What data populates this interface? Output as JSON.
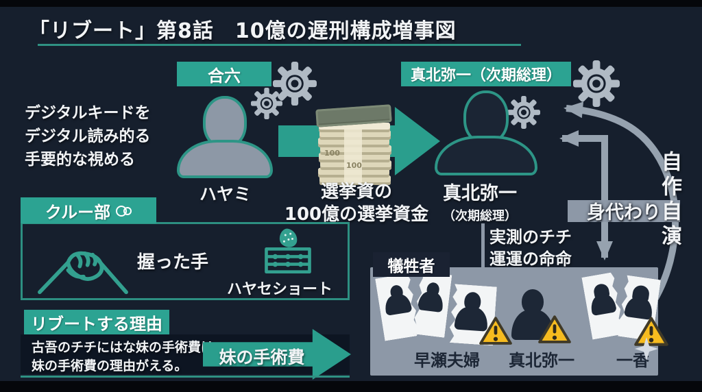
{
  "title": "「リブート」第8話　10億の遅刑構成増事図",
  "left_note": {
    "line1": "デジタルキードを",
    "line2": "デジタル読み的る",
    "line3": "手要的な視める"
  },
  "hayami": {
    "tag": "合六",
    "name": "ハヤミ"
  },
  "money": {
    "caption1": "選挙資の",
    "caption2": "100億の選挙資金",
    "bill_text": "100"
  },
  "makita": {
    "tag": "真北弥一（次期総理）",
    "name": "真北弥一",
    "subtitle": "（次期総理）"
  },
  "self_play": {
    "vertical_label": "自作自演",
    "substitute_label": "身代わり",
    "note_line1": "実測のチチ",
    "note_line2": "運運の命命"
  },
  "crew": {
    "header": "クルー部",
    "handshake_label": "握った手",
    "cake_label": "ハヤセショート"
  },
  "reboot": {
    "header": "リブートする理由",
    "body_line1": "古吾のチチにはな妹の手術費は、",
    "body_line2": "妹の手術費の理由がえる。",
    "arrow_label": "妹の手術費"
  },
  "victims": {
    "header": "犠牲者",
    "name1": "早瀬夫婦",
    "name2": "真北弥一",
    "name3": "一香"
  },
  "colors": {
    "background": "#161f2d",
    "accent_teal": "#2ca392",
    "arrow_gray": "#96a2af",
    "panel_gray": "#8d98a7",
    "warning_yellow": "#f6bb1f",
    "text_white": "#f2f4f6"
  }
}
